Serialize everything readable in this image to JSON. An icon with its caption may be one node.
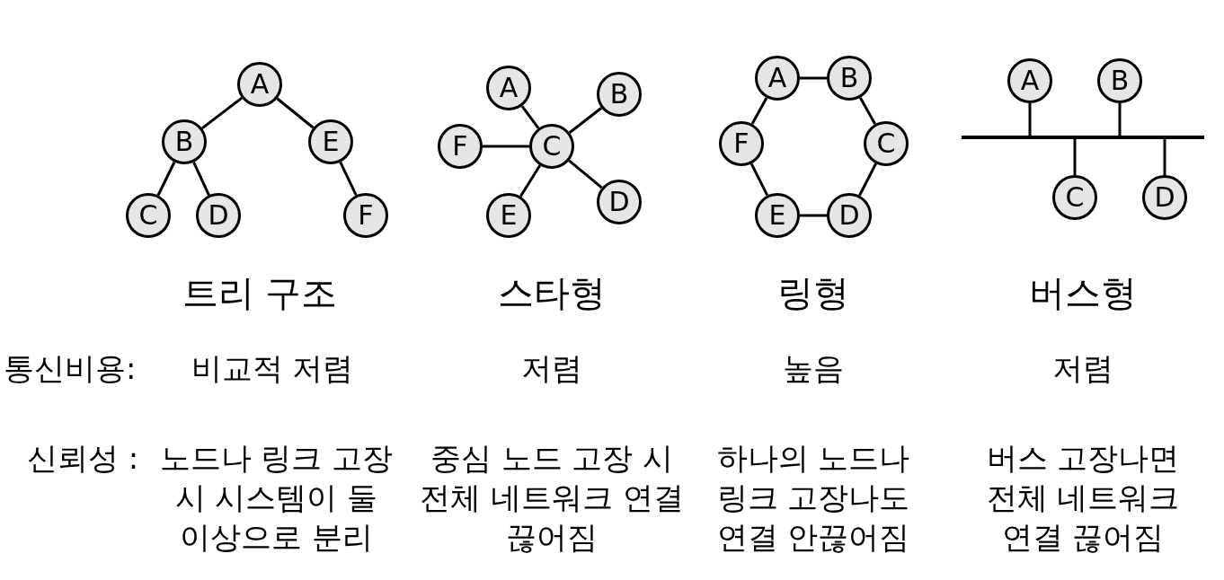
{
  "diagram": {
    "nodes": [
      {
        "text": [
          "A"
        ]
      },
      {
        "text": [
          "B"
        ]
      },
      {
        "text": [
          "C"
        ]
      },
      {
        "text": [
          "D"
        ]
      },
      {
        "text": [
          "E"
        ]
      },
      {
        "text": [
          "F"
        ]
      },
      {
        "text": [
          "A"
        ]
      },
      {
        "text": [
          "B"
        ]
      },
      {
        "text": [
          "C"
        ]
      },
      {
        "text": [
          "D"
        ]
      },
      {
        "text": [
          "E"
        ]
      },
      {
        "text": [
          "F"
        ]
      },
      {
        "text": [
          "A"
        ]
      },
      {
        "text": [
          "B"
        ]
      },
      {
        "text": [
          "C"
        ]
      },
      {
        "text": [
          "D"
        ]
      },
      {
        "text": [
          "E"
        ]
      },
      {
        "text": [
          "F"
        ]
      },
      {
        "text": [
          "A"
        ]
      },
      {
        "text": [
          "B"
        ]
      },
      {
        "text": [
          "C"
        ]
      },
      {
        "text": [
          "D"
        ]
      },
      {
        "text": [],
        "shape": "bar"
      }
    ],
    "edges": [
      {
        "from": 0,
        "to": 1,
        "arrow": "none"
      },
      {
        "from": 0,
        "to": 4,
        "arrow": "none"
      },
      {
        "from": 1,
        "to": 2,
        "arrow": "none"
      },
      {
        "from": 1,
        "to": 3,
        "arrow": "none"
      },
      {
        "from": 4,
        "to": 5,
        "arrow": "none"
      },
      {
        "from": 8,
        "to": 6,
        "arrow": "none"
      },
      {
        "from": 8,
        "to": 7,
        "arrow": "none"
      },
      {
        "from": 8,
        "to": 9,
        "arrow": "none"
      },
      {
        "from": 8,
        "to": 10,
        "arrow": "none"
      },
      {
        "from": 8,
        "to": 11,
        "arrow": "none"
      },
      {
        "from": 12,
        "to": 13,
        "arrow": "none"
      },
      {
        "from": 13,
        "to": 14,
        "arrow": "none"
      },
      {
        "from": 14,
        "to": 15,
        "arrow": "none"
      },
      {
        "from": 15,
        "to": 16,
        "arrow": "none"
      },
      {
        "from": 16,
        "to": 17,
        "arrow": "none"
      },
      {
        "from": 17,
        "to": 12,
        "arrow": "none"
      },
      {
        "from": 18,
        "to": 22,
        "arrow": "none"
      },
      {
        "from": 19,
        "to": 22,
        "arrow": "none"
      },
      {
        "from": 20,
        "to": 22,
        "arrow": "none"
      },
      {
        "from": 21,
        "to": 22,
        "arrow": "none"
      }
    ],
    "labels": [
      "트리 구조",
      "스타형",
      "링형",
      "버스형",
      "통신비용:",
      "비교적 저렴",
      "저렴",
      "높음",
      "저렴",
      "신뢰성 :",
      "노드나 링크 고장 시 시스템이 둘 이상으로 분리",
      "중심 노드 고장 시 전체 네트워크 연결 끊어짐",
      "하나의 노드나 링크 고장나도 연결 안끊어짐",
      "버스 고장나면 전체 네트워크 연결 끊어짐"
    ]
  }
}
